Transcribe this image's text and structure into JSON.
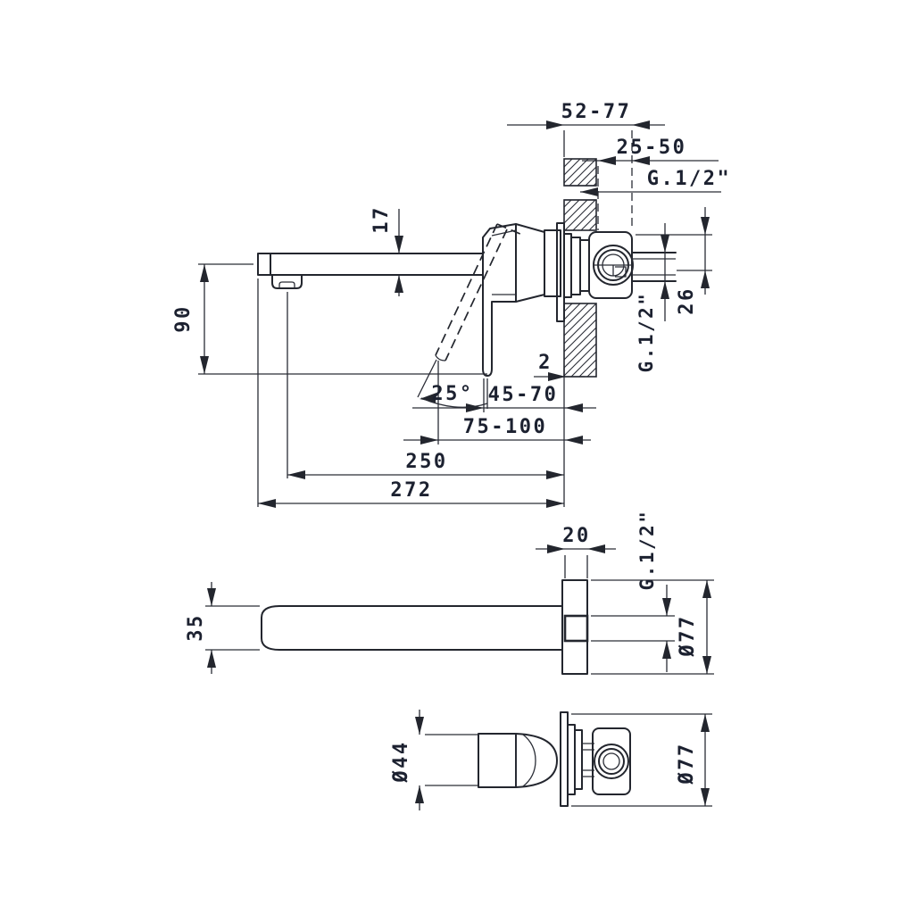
{
  "drawing": {
    "kind": "wall-mounted basin mixer installation drawing",
    "background": "#ffffff",
    "line_color": "#23262e",
    "text_color": "#1c2130"
  },
  "dims": {
    "rough_depth": "52-77",
    "finished_depth": "25-50",
    "thread_top": "G.1/2\"",
    "spout_thickness": "17",
    "spout_drop": "90",
    "handle_angle": "25°",
    "plate_gap": "2",
    "clearance_closed": "45-70",
    "clearance_open": "75-100",
    "spout_reach": "250",
    "overall_length": "272",
    "thread_side": "G.1/2\"",
    "outlet_offset": "26",
    "plate_thickness": "20",
    "thread_mid": "G.1/2\"",
    "spout_width": "35",
    "plate_diameter_mid": "Ø77",
    "handle_diameter": "Ø44",
    "plate_diameter_bottom": "Ø77"
  }
}
